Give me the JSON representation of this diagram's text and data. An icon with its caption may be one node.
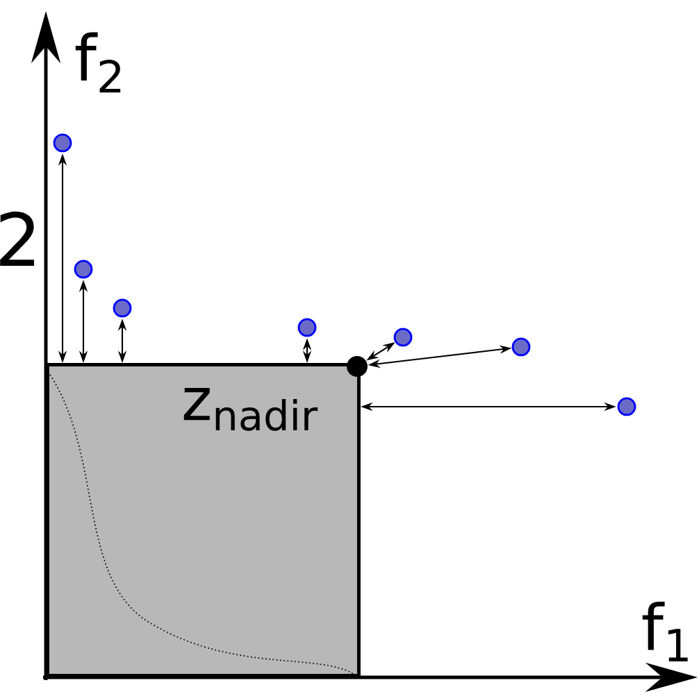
{
  "diagram": {
    "nodes": [
      {
        "text": [],
        "shape": "box"
      },
      {
        "text": [],
        "shape": "circle",
        "beside": [
          "z$_{nadir}$"
        ]
      },
      {
        "text": [],
        "shape": "circle"
      },
      {
        "text": [],
        "shape": "circle"
      },
      {
        "text": [],
        "shape": "circle"
      },
      {
        "text": [],
        "shape": "circle"
      },
      {
        "text": [],
        "shape": "circle"
      },
      {
        "text": [],
        "shape": "circle"
      },
      {
        "text": [],
        "shape": "circle"
      }
    ],
    "edges": [
      {
        "from": 2,
        "to": 0,
        "arrow": "both"
      },
      {
        "from": 3,
        "to": 0,
        "arrow": "both"
      },
      {
        "from": 4,
        "to": 0,
        "arrow": "both"
      },
      {
        "from": 5,
        "to": 0,
        "arrow": "both"
      },
      {
        "from": 6,
        "to": 1,
        "arrow": "both"
      },
      {
        "from": 7,
        "to": 1,
        "arrow": "both"
      },
      {
        "from": 8,
        "to": 0,
        "arrow": "both"
      }
    ],
    "labels": [
      "2",
      "f$_{2}$",
      "f$_{1}$"
    ]
  }
}
